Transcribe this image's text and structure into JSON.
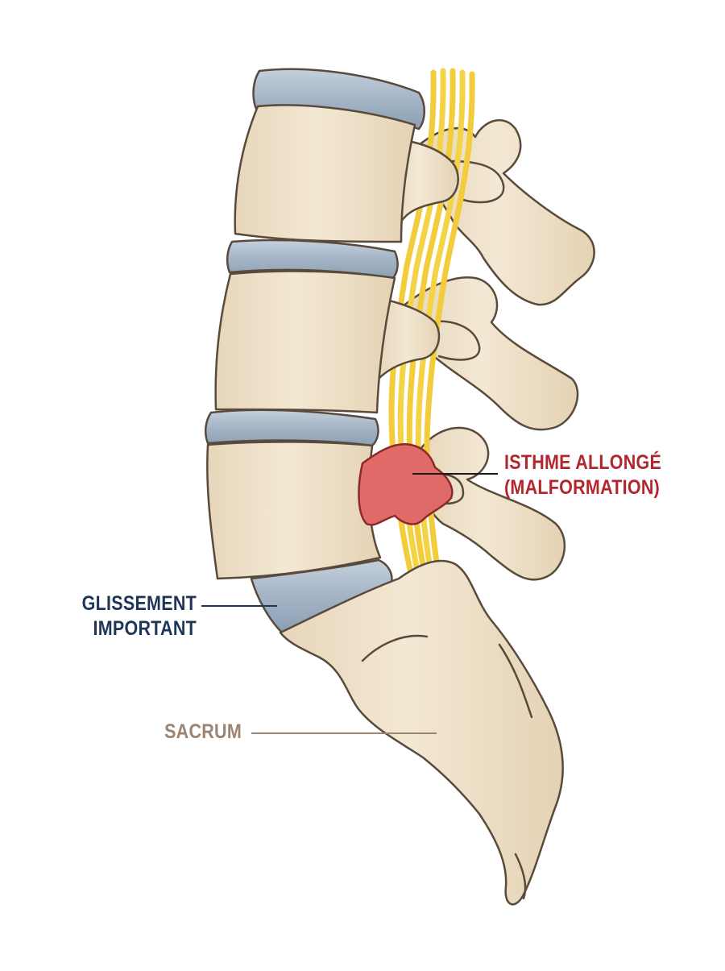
{
  "labels": {
    "isthme": {
      "line1": "ISTHME ALLONGÉ",
      "line2": "(MALFORMATION)",
      "color": "#b3262e"
    },
    "glissement": {
      "line1": "GLISSEMENT",
      "line2": "IMPORTANT",
      "color": "#1d3557"
    },
    "sacrum": {
      "text": "SACRUM",
      "color": "#9b8473"
    }
  },
  "colors": {
    "bone": "#ede0c8",
    "bone_outline": "#5a4a3c",
    "disc": "#a9b8c8",
    "nerve": "#f2cc3a",
    "isthmus": "#e06a68"
  }
}
